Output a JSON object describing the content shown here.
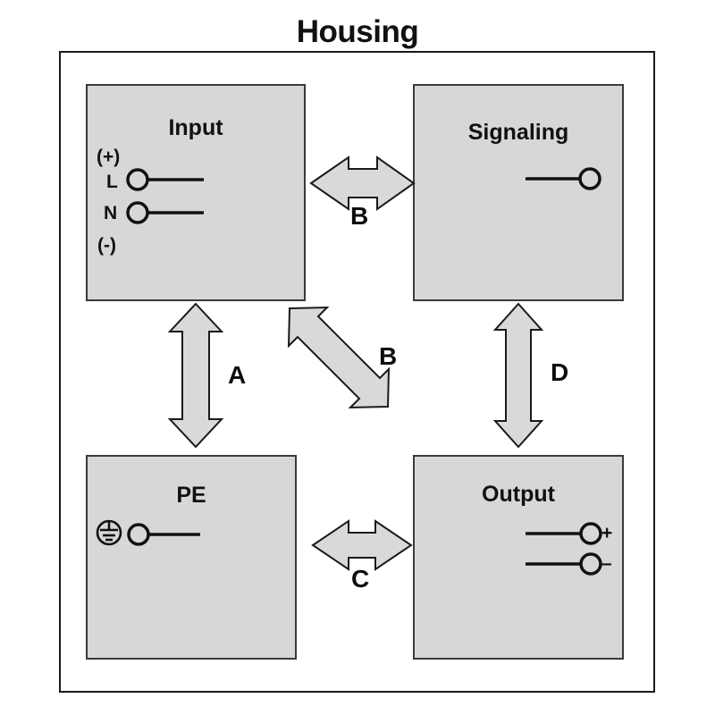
{
  "diagram": {
    "title": "Housing",
    "frame_name": "housing-enclosure",
    "colors": {
      "block_fill": "#d6d7d9",
      "block_stroke": "#3a3a3a",
      "arrow_fill": "#d8d9da",
      "arrow_stroke": "#1a1a1a",
      "frame_stroke": "#1a1a1a",
      "text": "#111111",
      "background": "#ffffff"
    }
  },
  "blocks": [
    {
      "id": "input",
      "label": "Input",
      "terminals": [
        {
          "name": "plus-polarity",
          "label": "(+)",
          "has_circle": false
        },
        {
          "name": "line-terminal",
          "label": "L",
          "has_circle": true
        },
        {
          "name": "neutral-terminal",
          "label": "N",
          "has_circle": true
        },
        {
          "name": "minus-polarity",
          "label": "(-)",
          "has_circle": false
        }
      ]
    },
    {
      "id": "signaling",
      "label": "Signaling",
      "terminals": [
        {
          "name": "signal-terminal",
          "label": "",
          "has_circle": true
        }
      ]
    },
    {
      "id": "pe",
      "label": "PE",
      "terminals": [
        {
          "name": "protective-earth-terminal",
          "label": "",
          "has_circle": true,
          "symbol": "protective-earth-ground-icon"
        }
      ]
    },
    {
      "id": "output",
      "label": "Output",
      "terminals": [
        {
          "name": "output-positive-terminal",
          "label": "+",
          "has_circle": true
        },
        {
          "name": "output-negative-terminal",
          "label": "–",
          "has_circle": true
        }
      ]
    }
  ],
  "arrows": [
    {
      "id": "b-top",
      "label": "B",
      "orientation": "horizontal",
      "connects": [
        "input",
        "signaling"
      ]
    },
    {
      "id": "a-left",
      "label": "A",
      "orientation": "vertical",
      "connects": [
        "input",
        "pe"
      ]
    },
    {
      "id": "b-diagonal",
      "label": "B",
      "orientation": "diagonal",
      "connects": [
        "input",
        "output"
      ]
    },
    {
      "id": "d-right",
      "label": "D",
      "orientation": "vertical",
      "connects": [
        "signaling",
        "output"
      ]
    },
    {
      "id": "c-bottom",
      "label": "C",
      "orientation": "horizontal",
      "connects": [
        "pe",
        "output"
      ]
    }
  ]
}
